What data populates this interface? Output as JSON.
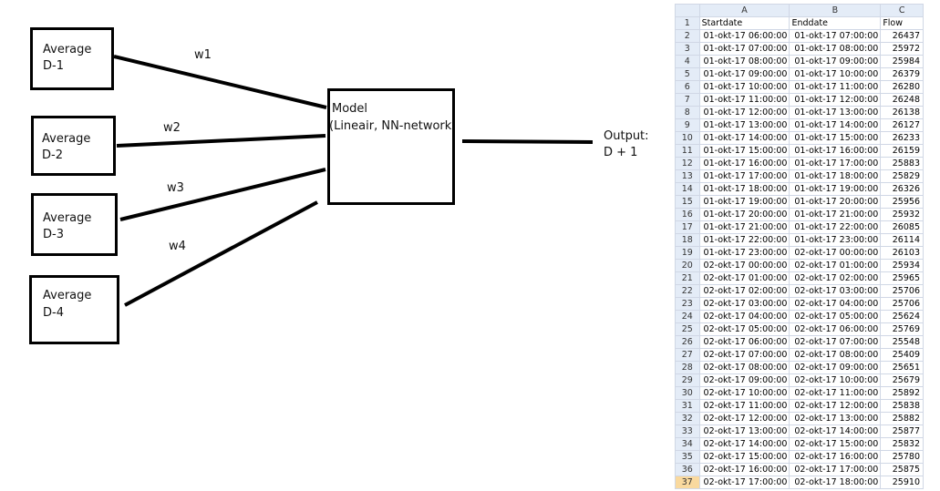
{
  "diagram": {
    "inputs": [
      {
        "line1": "Average",
        "line2": "D-1",
        "weight": "w1"
      },
      {
        "line1": "Average",
        "line2": "D-2",
        "weight": "w2"
      },
      {
        "line1": "Average",
        "line2": "D-3",
        "weight": "w3"
      },
      {
        "line1": "Average",
        "line2": "D-4",
        "weight": "w4"
      }
    ],
    "model": {
      "line1": "Model",
      "line2": "(Lineair, NN-network"
    },
    "output": {
      "line1": "Output:",
      "line2": "D + 1"
    }
  },
  "spreadsheet": {
    "columns": [
      "A",
      "B",
      "C"
    ],
    "header_row": {
      "row": "1",
      "cells": [
        "Startdate",
        "Enddate",
        "Flow"
      ]
    },
    "selected_row": "37",
    "rows": [
      {
        "row": "2",
        "start": "01-okt-17 06:00:00",
        "end": "01-okt-17 07:00:00",
        "flow": "26437"
      },
      {
        "row": "3",
        "start": "01-okt-17 07:00:00",
        "end": "01-okt-17 08:00:00",
        "flow": "25972"
      },
      {
        "row": "4",
        "start": "01-okt-17 08:00:00",
        "end": "01-okt-17 09:00:00",
        "flow": "25984"
      },
      {
        "row": "5",
        "start": "01-okt-17 09:00:00",
        "end": "01-okt-17 10:00:00",
        "flow": "26379"
      },
      {
        "row": "6",
        "start": "01-okt-17 10:00:00",
        "end": "01-okt-17 11:00:00",
        "flow": "26280"
      },
      {
        "row": "7",
        "start": "01-okt-17 11:00:00",
        "end": "01-okt-17 12:00:00",
        "flow": "26248"
      },
      {
        "row": "8",
        "start": "01-okt-17 12:00:00",
        "end": "01-okt-17 13:00:00",
        "flow": "26138"
      },
      {
        "row": "9",
        "start": "01-okt-17 13:00:00",
        "end": "01-okt-17 14:00:00",
        "flow": "26127"
      },
      {
        "row": "10",
        "start": "01-okt-17 14:00:00",
        "end": "01-okt-17 15:00:00",
        "flow": "26233"
      },
      {
        "row": "11",
        "start": "01-okt-17 15:00:00",
        "end": "01-okt-17 16:00:00",
        "flow": "26159"
      },
      {
        "row": "12",
        "start": "01-okt-17 16:00:00",
        "end": "01-okt-17 17:00:00",
        "flow": "25883"
      },
      {
        "row": "13",
        "start": "01-okt-17 17:00:00",
        "end": "01-okt-17 18:00:00",
        "flow": "25829"
      },
      {
        "row": "14",
        "start": "01-okt-17 18:00:00",
        "end": "01-okt-17 19:00:00",
        "flow": "26326"
      },
      {
        "row": "15",
        "start": "01-okt-17 19:00:00",
        "end": "01-okt-17 20:00:00",
        "flow": "25956"
      },
      {
        "row": "16",
        "start": "01-okt-17 20:00:00",
        "end": "01-okt-17 21:00:00",
        "flow": "25932"
      },
      {
        "row": "17",
        "start": "01-okt-17 21:00:00",
        "end": "01-okt-17 22:00:00",
        "flow": "26085"
      },
      {
        "row": "18",
        "start": "01-okt-17 22:00:00",
        "end": "01-okt-17 23:00:00",
        "flow": "26114"
      },
      {
        "row": "19",
        "start": "01-okt-17 23:00:00",
        "end": "02-okt-17 00:00:00",
        "flow": "26103"
      },
      {
        "row": "20",
        "start": "02-okt-17 00:00:00",
        "end": "02-okt-17 01:00:00",
        "flow": "25934"
      },
      {
        "row": "21",
        "start": "02-okt-17 01:00:00",
        "end": "02-okt-17 02:00:00",
        "flow": "25965"
      },
      {
        "row": "22",
        "start": "02-okt-17 02:00:00",
        "end": "02-okt-17 03:00:00",
        "flow": "25706"
      },
      {
        "row": "23",
        "start": "02-okt-17 03:00:00",
        "end": "02-okt-17 04:00:00",
        "flow": "25706"
      },
      {
        "row": "24",
        "start": "02-okt-17 04:00:00",
        "end": "02-okt-17 05:00:00",
        "flow": "25624"
      },
      {
        "row": "25",
        "start": "02-okt-17 05:00:00",
        "end": "02-okt-17 06:00:00",
        "flow": "25769"
      },
      {
        "row": "26",
        "start": "02-okt-17 06:00:00",
        "end": "02-okt-17 07:00:00",
        "flow": "25548"
      },
      {
        "row": "27",
        "start": "02-okt-17 07:00:00",
        "end": "02-okt-17 08:00:00",
        "flow": "25409"
      },
      {
        "row": "28",
        "start": "02-okt-17 08:00:00",
        "end": "02-okt-17 09:00:00",
        "flow": "25651"
      },
      {
        "row": "29",
        "start": "02-okt-17 09:00:00",
        "end": "02-okt-17 10:00:00",
        "flow": "25679"
      },
      {
        "row": "30",
        "start": "02-okt-17 10:00:00",
        "end": "02-okt-17 11:00:00",
        "flow": "25892"
      },
      {
        "row": "31",
        "start": "02-okt-17 11:00:00",
        "end": "02-okt-17 12:00:00",
        "flow": "25838"
      },
      {
        "row": "32",
        "start": "02-okt-17 12:00:00",
        "end": "02-okt-17 13:00:00",
        "flow": "25882"
      },
      {
        "row": "33",
        "start": "02-okt-17 13:00:00",
        "end": "02-okt-17 14:00:00",
        "flow": "25877"
      },
      {
        "row": "34",
        "start": "02-okt-17 14:00:00",
        "end": "02-okt-17 15:00:00",
        "flow": "25832"
      },
      {
        "row": "35",
        "start": "02-okt-17 15:00:00",
        "end": "02-okt-17 16:00:00",
        "flow": "25780"
      },
      {
        "row": "36",
        "start": "02-okt-17 16:00:00",
        "end": "02-okt-17 17:00:00",
        "flow": "25875"
      },
      {
        "row": "37",
        "start": "02-okt-17 17:00:00",
        "end": "02-okt-17 18:00:00",
        "flow": "25910"
      }
    ]
  }
}
